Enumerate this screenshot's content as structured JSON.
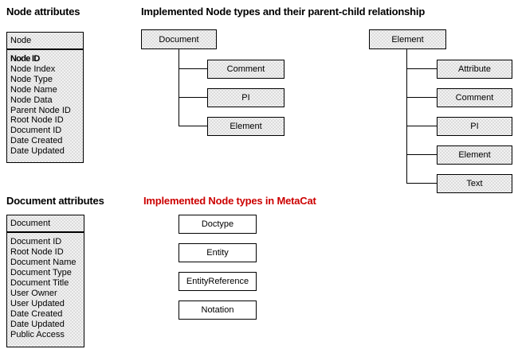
{
  "headings": {
    "node_attributes": "Node attributes",
    "parent_child_relationship": "Implemented Node types and their parent-child relationship",
    "document_attributes": "Document attributes",
    "metacat": "Implemented Node types in MetaCat"
  },
  "colors": {
    "metacat_heading": "#cc0000",
    "box_border": "#000000",
    "box_fill_stipple": "#f2f2f2",
    "background": "#ffffff"
  },
  "node_table": {
    "header": "Node",
    "items": [
      "Node ID",
      "Node Index",
      "Node Type",
      "Node Name",
      "Node Data",
      "Parent Node ID",
      "Root Node ID",
      "Document ID",
      "Date Created",
      "Date Updated"
    ]
  },
  "document_table": {
    "header": "Document",
    "items": [
      "Document ID",
      "Root Node ID",
      "Document Name",
      "Document Type",
      "Document Title",
      "User Owner",
      "User Updated",
      "Date Created",
      "Date Updated",
      "Public Access"
    ]
  },
  "document_tree": {
    "parent": "Document",
    "children": [
      "Comment",
      "PI",
      "Element"
    ]
  },
  "element_tree": {
    "parent": "Element",
    "children": [
      "Attribute",
      "Comment",
      "PI",
      "Element",
      "Text"
    ]
  },
  "metacat_types": [
    "Doctype",
    "Entity",
    "EntityReference",
    "Notation"
  ]
}
